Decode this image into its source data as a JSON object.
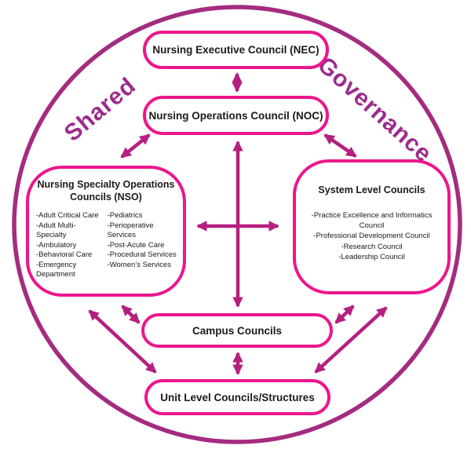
{
  "colors": {
    "circle-stroke": "#A42C80",
    "box-border": "#EC168C",
    "arrow": "#B51F80",
    "title": "#9C2C8C",
    "text": "#1c1a1b"
  },
  "titles": {
    "left": "Shared",
    "right": "Governance"
  },
  "nodes": {
    "nec": {
      "label": "Nursing Executive Council (NEC)"
    },
    "noc": {
      "label": "Nursing Operations Council (NOC)"
    },
    "nso": {
      "title": "Nursing Specialty Operations Councils (NSO)",
      "col1": [
        "-Adult Critical Care",
        "-Adult Multi-Specialty",
        "-Ambulatory",
        "-Behavioral Care",
        "-Emergency Department"
      ],
      "col2": [
        "-Pediatrics",
        "-Perioperative Services",
        "-Post-Acute Care",
        "-Procedural Services",
        "-Women’s Services"
      ]
    },
    "system": {
      "title": "System Level Councils",
      "items": [
        "-Practice Excellence and Informatics Council",
        "-Professional Development Council",
        "-Research Council",
        "-Leadership Council"
      ]
    },
    "campus": {
      "label": "Campus Councils"
    },
    "unit": {
      "label": "Unit Level Councils/Structures"
    }
  }
}
